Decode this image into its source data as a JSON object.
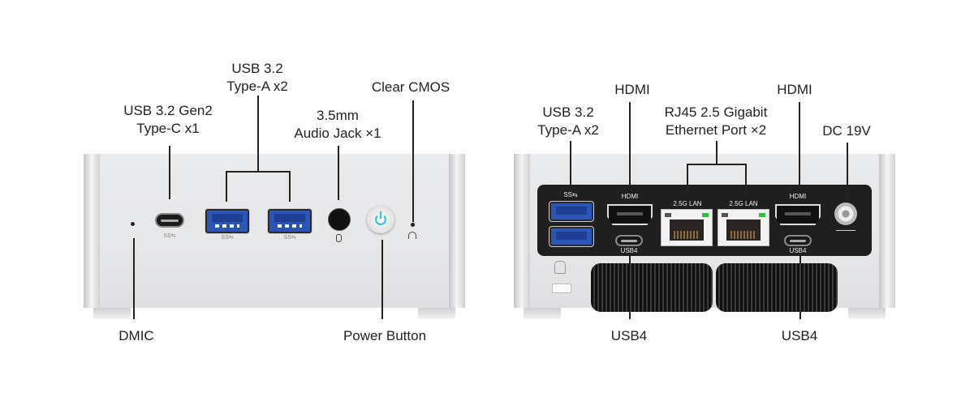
{
  "front": {
    "labels": {
      "usbc": "USB 3.2 Gen2\nType-C x1",
      "usbc_l1": "USB 3.2 Gen2",
      "usbc_l2": "Type-C x1",
      "usba_l1": "USB 3.2",
      "usba_l2": "Type-A x2",
      "audio_l1": "3.5mm",
      "audio_l2": "Audio Jack ×1",
      "cmos": "Clear CMOS",
      "dmic": "DMIC",
      "power": "Power Button"
    },
    "port_marks": {
      "ss_c": "SS⇆",
      "ss_a": "SS⇆"
    },
    "power_color": "#2ec4d6"
  },
  "rear": {
    "labels": {
      "usba_l1": "USB 3.2",
      "usba_l2": "Type-A x2",
      "hdmi_left": "HDMI",
      "hdmi_right": "HDMI",
      "rj45_l1": "RJ45 2.5 Gigabit",
      "rj45_l2": "Ethernet Port ×2",
      "dc": "DC 19V",
      "usb4_left": "USB4",
      "usb4_right": "USB4"
    },
    "panel_text": {
      "ss": "SS⇆",
      "hdmi1": "HDMI",
      "lan1": "2.5G LAN",
      "lan2": "2.5G LAN",
      "hdmi2": "HDMI",
      "usb4a": "USB4",
      "usb4b": "USB4"
    }
  }
}
